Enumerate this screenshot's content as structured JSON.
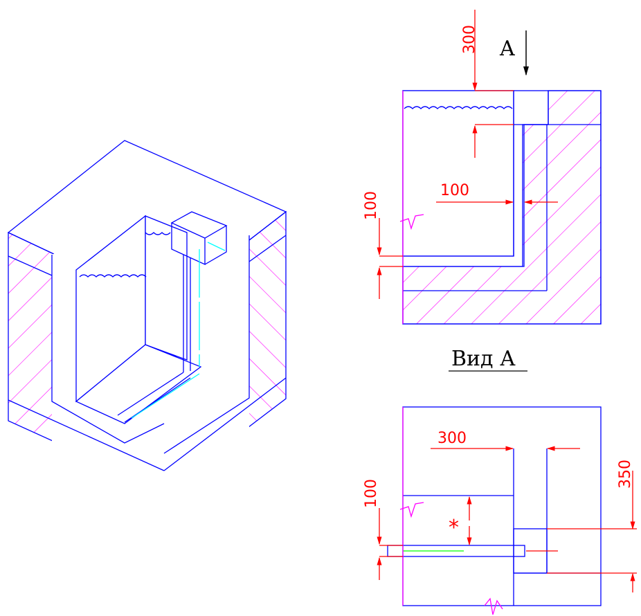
{
  "colors": {
    "outline": "#0000ff",
    "hatch": "#ff00ff",
    "dimension": "#ff0000",
    "label": "#000000",
    "hidden_line": "#00ffff",
    "accent_line": "#00ff00"
  },
  "section_view": {
    "marker": "A",
    "dims": {
      "top_height": "300",
      "wall": "100",
      "floor": "100"
    }
  },
  "plan_view": {
    "title": "Вид А",
    "dims": {
      "width": "300",
      "depth": "350",
      "floor": "100",
      "note": "*"
    }
  }
}
